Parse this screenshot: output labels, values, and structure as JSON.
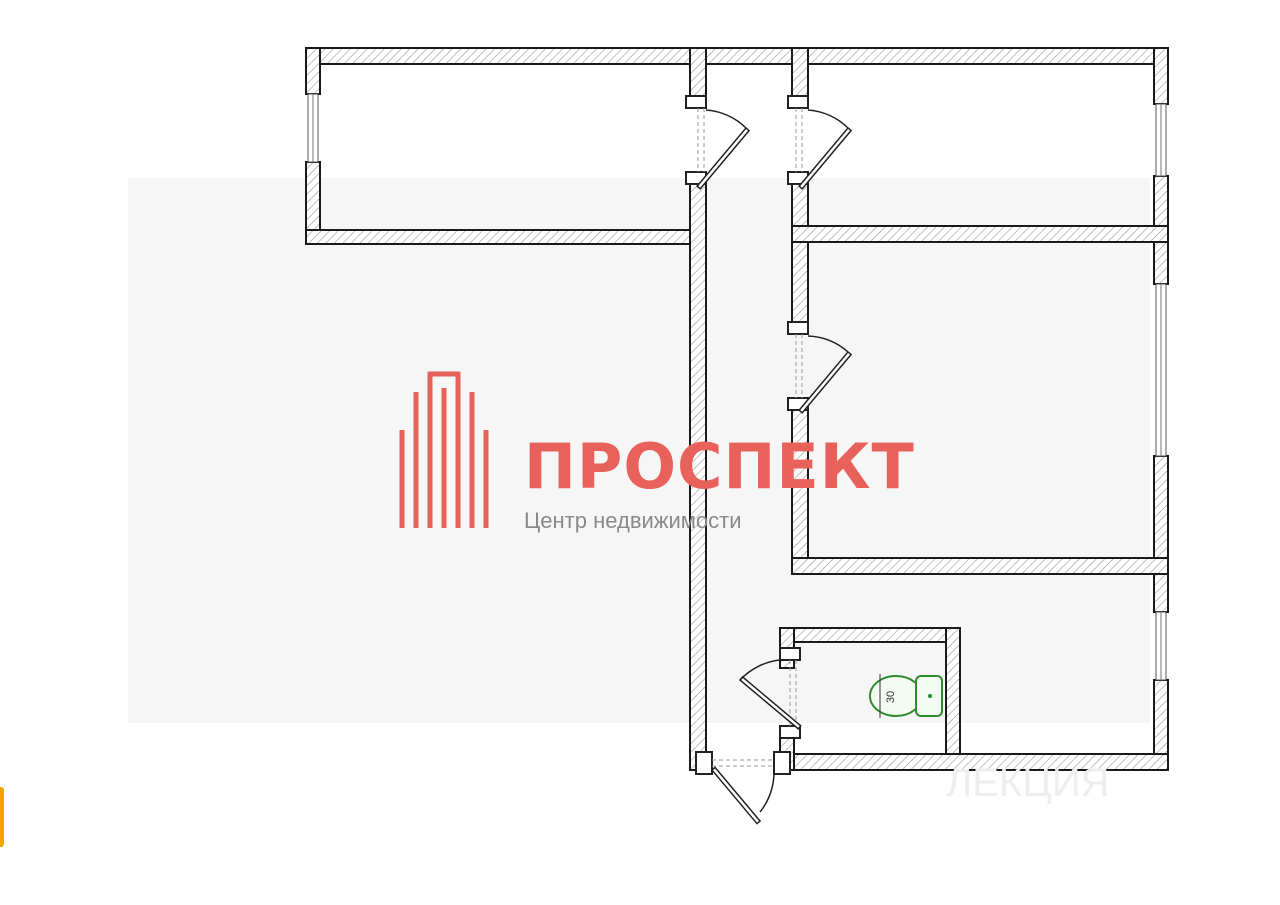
{
  "watermark": {
    "brand": "ПРОСПЕКТ",
    "tagline": "Центр недвижимости",
    "ghost_text": "ЛЕКЦИЯ",
    "brand_color": "#e8615a",
    "tagline_color": "#8a8a8a"
  },
  "fixtures": {
    "toilet_dimension": "30",
    "toilet_color": "#2e8b2e"
  },
  "colors": {
    "wall_outline": "#1a1a1a",
    "accent_tab": "#f0a500"
  },
  "icons": [
    "brand-logo-icon",
    "toilet-icon",
    "door-icon",
    "window-icon"
  ]
}
